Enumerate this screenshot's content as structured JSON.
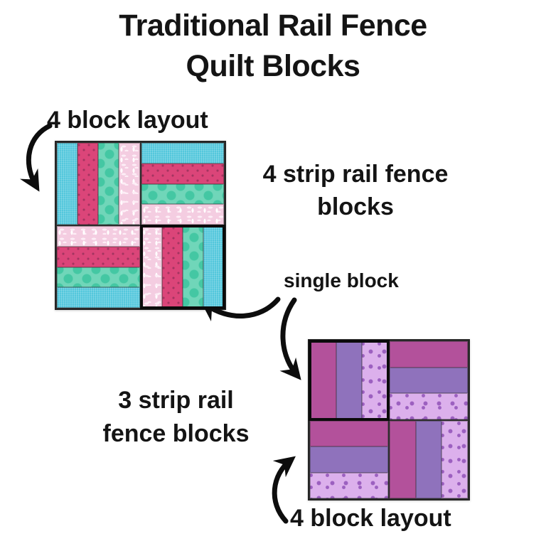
{
  "title": {
    "line1": "Traditional Rail Fence",
    "line2": "Quilt Blocks"
  },
  "labels": {
    "top_layout": "4 block layout",
    "four_strip": {
      "line1": "4 strip rail fence",
      "line2": "blocks"
    },
    "single_block": "single block",
    "three_strip": {
      "line1": "3 strip rail",
      "line2": "fence blocks"
    },
    "bottom_layout": "4 block layout"
  },
  "colors": {
    "teal": "#53c7dc",
    "dark_pink": "#db4579",
    "dark_pink_dot": "#a33560",
    "mint": "#70d6b9",
    "mint_dot": "#44c7a3",
    "light_pink": "#f4cde1",
    "light_pink_leaf": "#fdeef6",
    "magenta": "#b3519b",
    "purple": "#8f72bc",
    "lavender": "#dcb0ec",
    "lavender_dot": "#9c60c0",
    "arrow": "#0d0d0d",
    "text": "#141414"
  },
  "quilts": [
    {
      "name": "four-strip-rail-fence-quilt",
      "strips_per_block": 4,
      "blocks": [
        {
          "position": "top-left",
          "orientation": "vertical",
          "highlighted": false,
          "strips": [
            "teal",
            "dark_pink",
            "mint",
            "light_pink"
          ]
        },
        {
          "position": "top-right",
          "orientation": "horizontal",
          "highlighted": false,
          "strips": [
            "teal",
            "dark_pink",
            "mint",
            "light_pink"
          ]
        },
        {
          "position": "bottom-left",
          "orientation": "horizontal",
          "highlighted": false,
          "strips": [
            "light_pink",
            "dark_pink",
            "mint",
            "teal"
          ]
        },
        {
          "position": "bottom-right",
          "orientation": "vertical",
          "highlighted": true,
          "strips": [
            "light_pink",
            "dark_pink",
            "mint",
            "teal"
          ]
        }
      ]
    },
    {
      "name": "three-strip-rail-fence-quilt",
      "strips_per_block": 3,
      "blocks": [
        {
          "position": "top-left",
          "orientation": "vertical",
          "highlighted": true,
          "strips": [
            "magenta",
            "purple",
            "lavender"
          ]
        },
        {
          "position": "top-right",
          "orientation": "horizontal",
          "highlighted": false,
          "strips": [
            "magenta",
            "purple",
            "lavender"
          ]
        },
        {
          "position": "bottom-left",
          "orientation": "horizontal",
          "highlighted": false,
          "strips": [
            "magenta",
            "purple",
            "lavender"
          ]
        },
        {
          "position": "bottom-right",
          "orientation": "vertical",
          "highlighted": false,
          "strips": [
            "magenta",
            "purple",
            "lavender"
          ]
        }
      ]
    }
  ]
}
